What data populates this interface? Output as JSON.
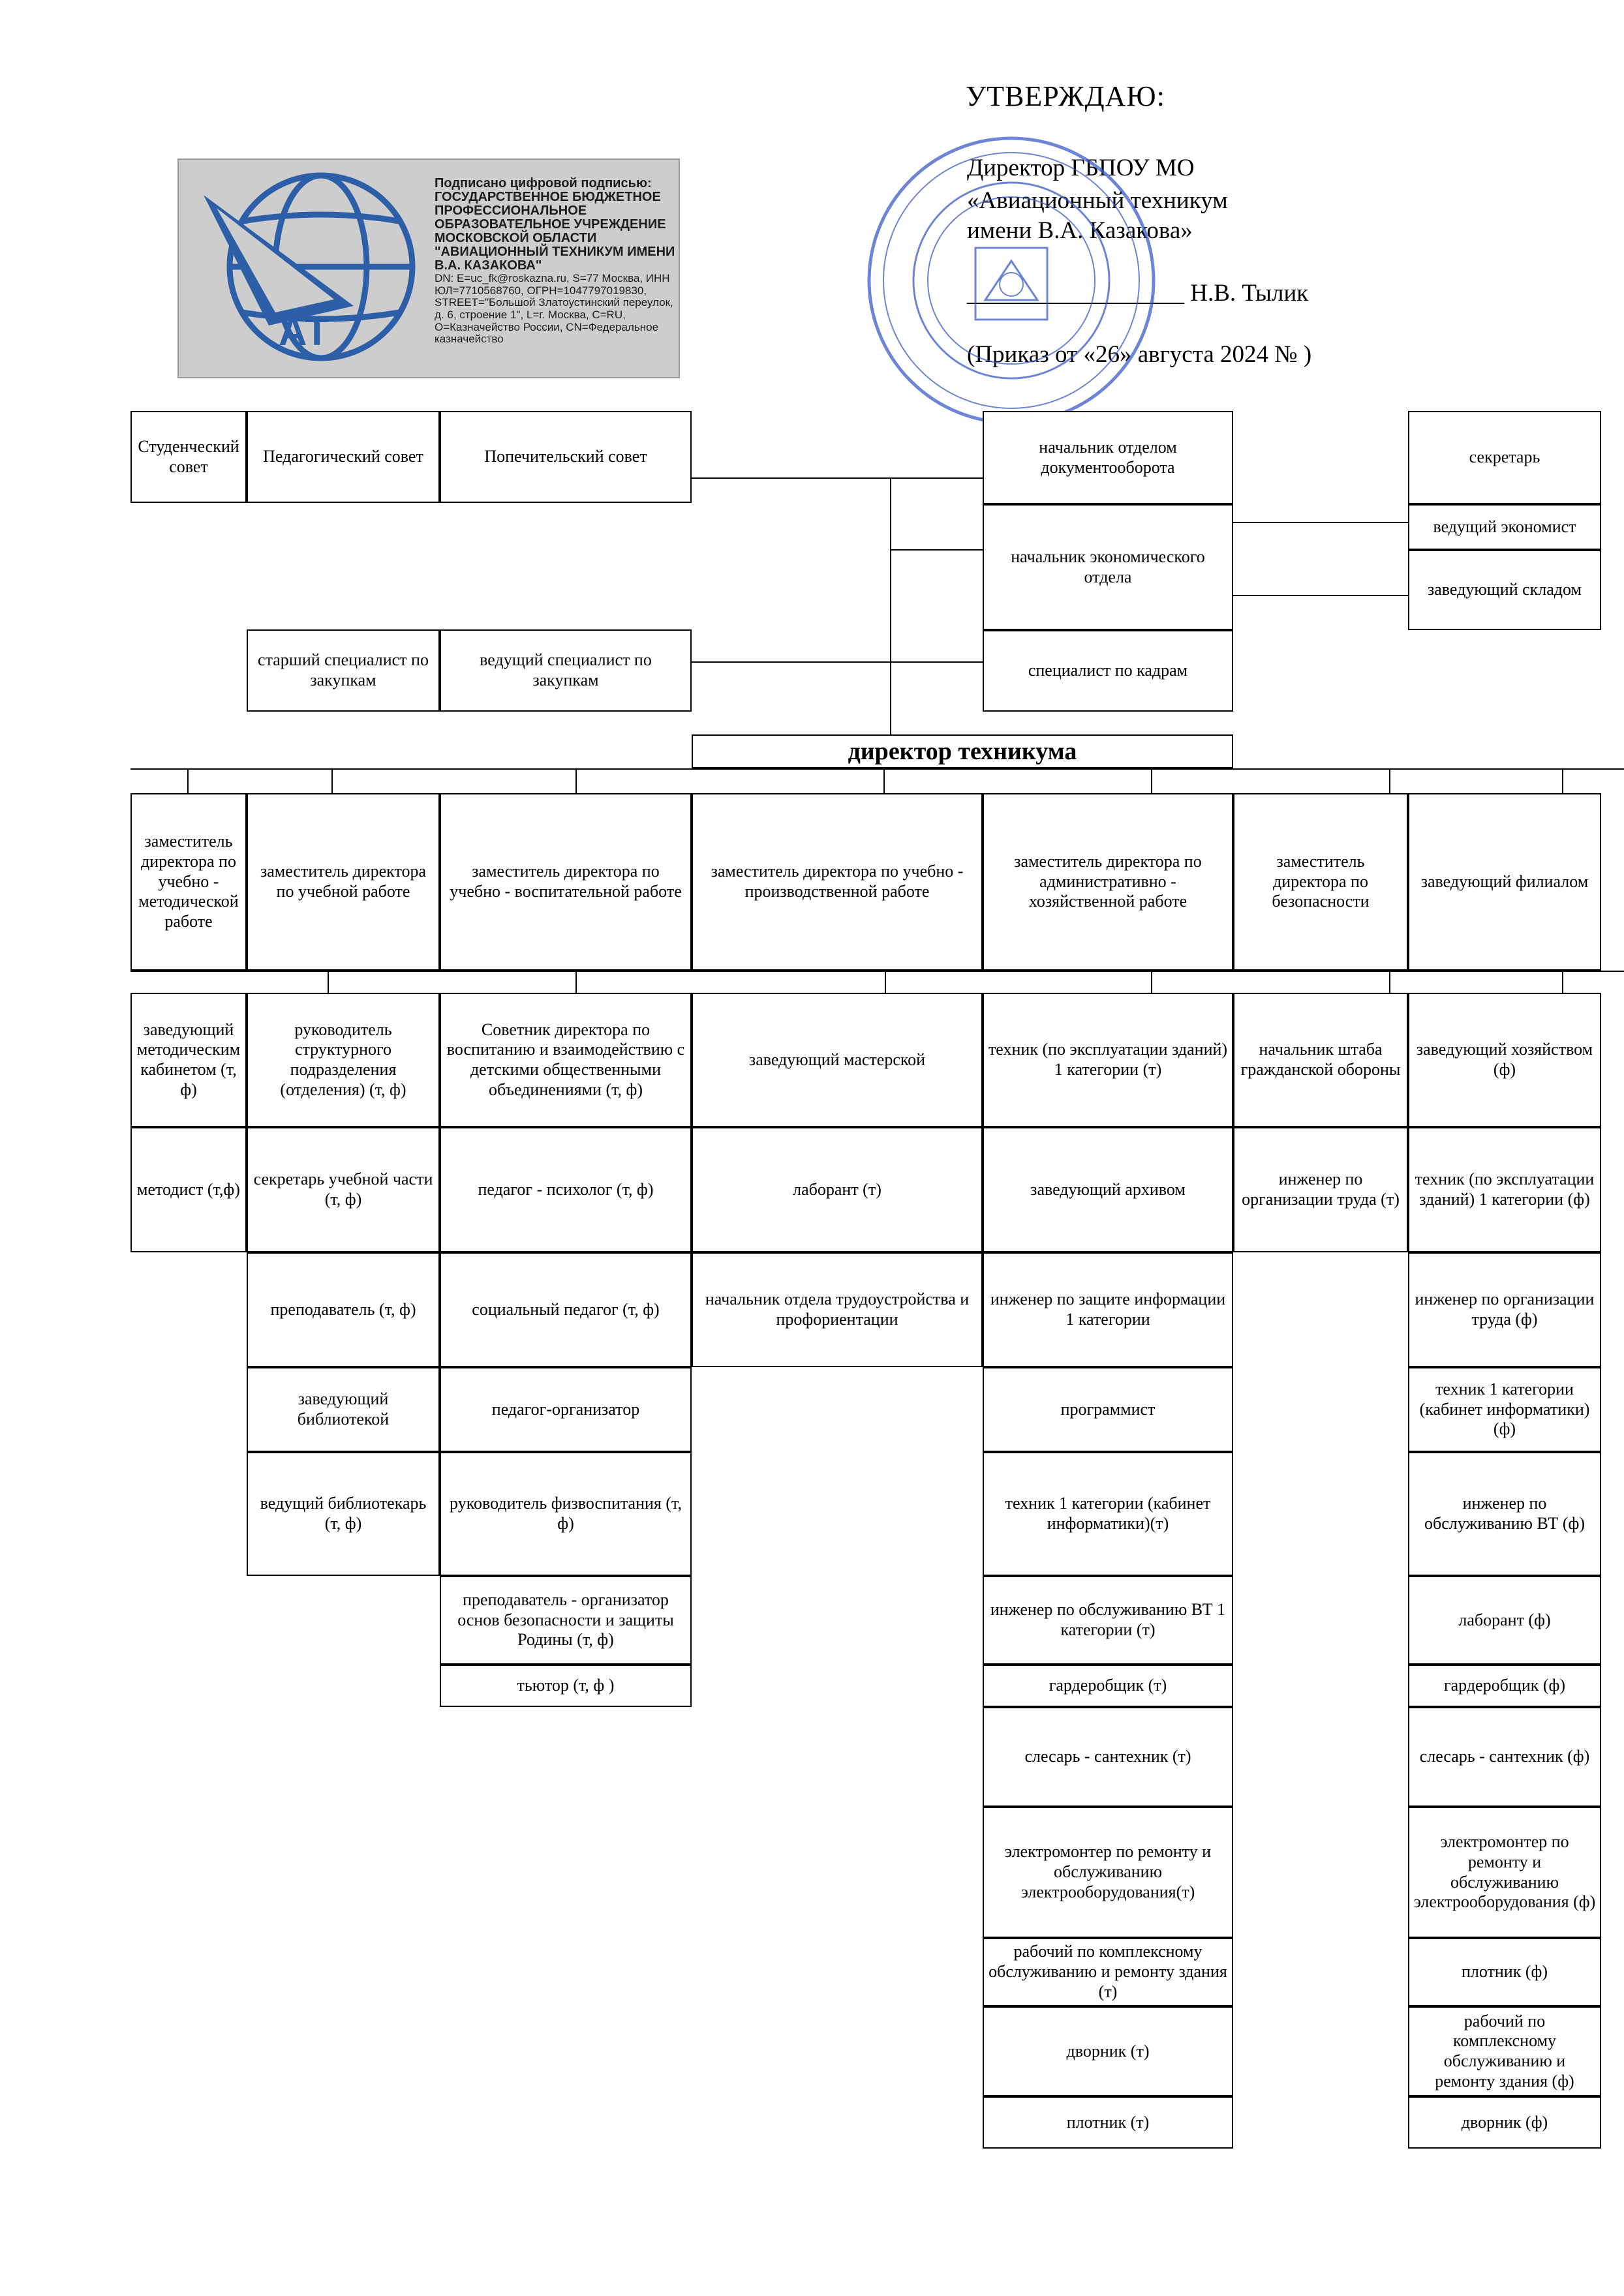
{
  "approval": {
    "title": "УТВЕРЖДАЮ:",
    "line1": "Директор ГБПОУ МО",
    "line2": "«Авиационный техникум",
    "line3": "имени В.А. Казакова»",
    "signature_line": "__________________ Н.В. Тылик",
    "order": "(Приказ от «26» августа 2024 №          )"
  },
  "digital_signature": {
    "heading": "Подписано цифровой подписью: ГОСУДАРСТВЕННОЕ БЮДЖЕТНОЕ ПРОФЕССИОНАЛЬНОЕ ОБРАЗОВАТЕЛЬНОЕ УЧРЕЖДЕНИЕ МОСКОВСКОЙ ОБЛАСТИ \"АВИАЦИОННЫЙ ТЕХНИКУМ ИМЕНИ В.А. КАЗАКОВА\"",
    "details": "DN: E=uc_fk@roskazna.ru, S=77 Москва, ИНН ЮЛ=7710568760, ОГРН=1047797019830, STREET=\"Большой Златоустинский переулок, д. 6, строение 1\", L=г. Москва, C=RU, O=Казначейство России, CN=Федеральное казначейство",
    "logo_letters": "АТ",
    "accent": "#2d5ea8"
  },
  "top_left": {
    "student_council": "Студенческий совет",
    "ped_council": "Педагогический совет",
    "trustee_council": "Попечительский совет",
    "senior_procurement": "старший специалист по закупкам",
    "lead_procurement": "ведущий специалист по закупкам"
  },
  "top_center": {
    "doc_head": "начальник отделом документооборота",
    "econ_head": "начальник экономического отдела",
    "hr": "специалист по кадрам"
  },
  "top_right": {
    "secretary": "секретарь",
    "lead_economist": "ведущий экономист",
    "warehouse": "заведующий складом"
  },
  "director": "директор техникума",
  "deputies": [
    "заместитель директора по учебно - методической работе",
    "заместитель директора по учебной работе",
    "заместитель директора по учебно - воспитательной работе",
    "заместитель директора по учебно - производственной работе",
    "заместитель директора по административно - хозяйственной работе",
    "заместитель директора по безопасности",
    "заведующий филиалом"
  ],
  "col1": [
    "заведующий методическим кабинетом (т, ф)",
    "методист (т,ф)"
  ],
  "col2": [
    "руководитель структурного подразделения (отделения) (т, ф)",
    "секретарь учебной части (т, ф)",
    "преподаватель (т, ф)",
    "заведующий библиотекой",
    "ведущий библиотекарь (т, ф)"
  ],
  "col3": [
    "Советник директора по воспитанию и взаимодействию с детскими общественными объединениями (т, ф)",
    "педагог - психолог (т, ф)",
    "социальный педагог (т, ф)",
    "педагог-организатор",
    "руководитель физвоспитания (т, ф)",
    "преподаватель - организатор основ безопасности и защиты Родины (т, ф)",
    "тьютор (т, ф )"
  ],
  "col4": [
    "заведующий мастерской",
    "лаборант (т)",
    "начальник отдела трудоустройства и профориентации"
  ],
  "col5": [
    "техник (по эксплуатации зданий) 1 категории (т)",
    "заведующий архивом",
    "инженер по защите информации 1 категории",
    "программист",
    "техник 1 категории (кабинет информатики)(т)",
    "инженер по обслуживанию ВТ 1 категории (т)",
    "гардеробщик (т)",
    "слесарь - сантехник (т)",
    "электромонтер по ремонту и обслуживанию электрооборудования(т)",
    "рабочий по комплексному обслуживанию и ремонту здания (т)",
    "дворник (т)",
    "плотник (т)"
  ],
  "col6": [
    "начальник штаба гражданской обороны",
    "инженер по организации труда (т)"
  ],
  "col7": [
    "заведующий хозяйством (ф)",
    "техник (по эксплуатации зданий) 1 категории (ф)",
    "инженер по организации труда (ф)",
    "техник 1 категории (кабинет информатики)(ф)",
    "инженер по обслуживанию ВТ (ф)",
    "лаборант (ф)",
    "гардеробщик (ф)",
    "слесарь - сантехник (ф)",
    "электромонтер по ремонту и обслуживанию электрооборудования (ф)",
    "плотник (ф)",
    "рабочий по комплексному обслуживанию и ремонту здания (ф)",
    "дворник (ф)"
  ]
}
